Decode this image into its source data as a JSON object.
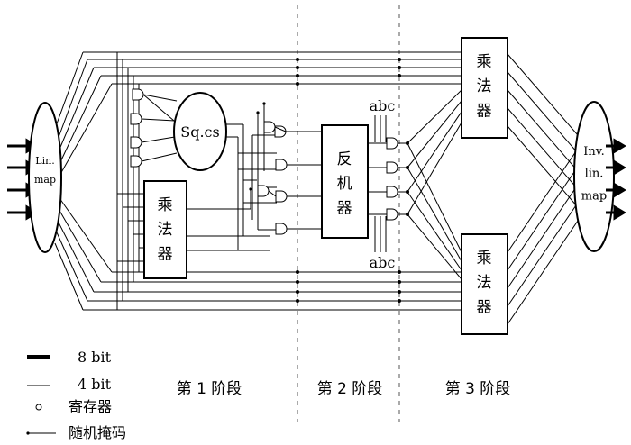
{
  "blocks": {
    "lin_map": "Lin. map",
    "sq_cs": "Sq.cs",
    "multiplier_1": "乘法器",
    "inverter": "反机器",
    "multiplier_top": "乘法器",
    "multiplier_bottom": "乘法器",
    "inv_lin_map": "Inv. lin. map"
  },
  "labels": {
    "abc_top": "abc",
    "abc_bottom": "abc"
  },
  "stages": [
    "第 1 阶段",
    "第 2 阶段",
    "第 3 阶段"
  ],
  "legend": [
    {
      "symbol": "thick-line",
      "text": "8 bit"
    },
    {
      "symbol": "thin-line",
      "text": "4 bit"
    },
    {
      "symbol": "circle",
      "text": "寄存器"
    },
    {
      "symbol": "dot-line",
      "text": "随机掩码"
    }
  ]
}
